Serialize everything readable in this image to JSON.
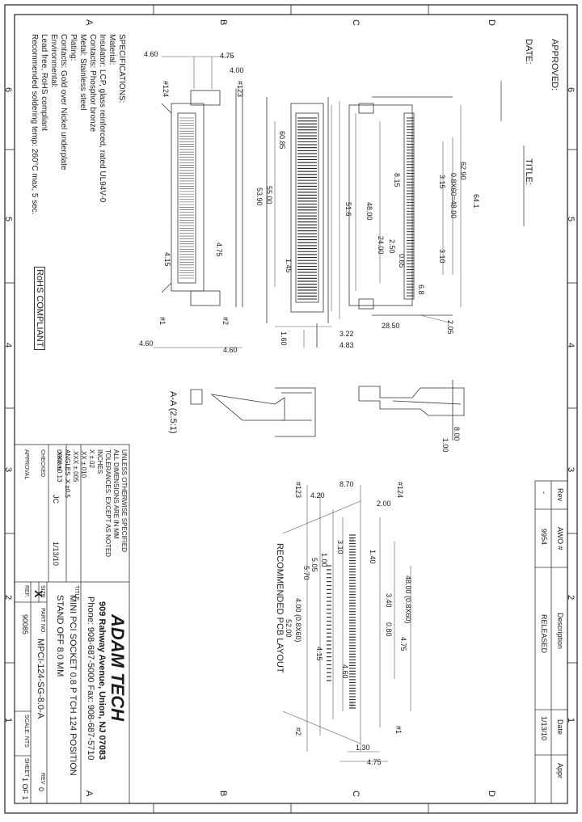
{
  "border": {
    "cols": [
      "A",
      "B",
      "C",
      "D"
    ],
    "rows": [
      "6",
      "5",
      "4",
      "3",
      "2",
      "1"
    ]
  },
  "approval": {
    "approved": "APPROVED:",
    "date": "DATE:",
    "title": "TITLE:"
  },
  "specifications": {
    "heading": "SPECIFICATIONS:",
    "lines": [
      "Material:",
      "Insulator: LCP, glass reinforced, rated UL94V-0",
      "Contacts: Phosphor bronze",
      "Metal: Stainless steel",
      "Plating:",
      "Contacts: Gold over Nickel underplate",
      "Environmental:",
      "Lead free, RoHS compliant",
      "Recommended soldering temp: 260°C max, 5 sec."
    ],
    "rohs": "RoHS COMPLIANT"
  },
  "top_dims": [
    "4.60",
    "4.75",
    "4.00",
    "#124",
    "#123",
    "#2",
    "#1",
    "4.60",
    "4.60",
    "1.60",
    "3.22",
    "4.83",
    "60.85",
    "55.00",
    "53.90",
    "4.75",
    "4.15",
    "1.45",
    "51.6",
    "48.00",
    "24.00",
    "2.50",
    "0.65",
    "62.90",
    "0.8X60=48.00",
    "3.15",
    "64.1",
    "3.10",
    "6.8",
    "28.50",
    "2.05",
    "8.15"
  ],
  "side_view": {
    "label": "A-A (2.5:1)",
    "dims": [
      "8.00",
      "1.00"
    ]
  },
  "layout": {
    "label": "RECOMMENDED PCB LAYOUT",
    "dims": [
      "#124",
      "#123",
      "#2",
      "#1",
      "8.70",
      "4.20",
      "2.00",
      "1.00",
      "5.05",
      "5.70",
      "4.00 (0.8X60)",
      "52.00",
      "3.10",
      "1.40",
      "48.00 (0.8X60)",
      "3.40",
      "4.75",
      "4.15",
      "4.60",
      "0.80",
      "1.30",
      "4.75"
    ]
  },
  "revision": {
    "headers": [
      "Rev",
      "AWO #",
      "Description",
      "Date",
      "Appr"
    ],
    "row": [
      "-",
      "9954",
      "RELEASED",
      "1/13/10",
      ""
    ]
  },
  "tolerances": {
    "lines": [
      "UNLESS OTHERWISE SPECIFIED",
      "ALL DIMENSIONS ARE IN MM",
      "TOLERANCES: EXCEPT AS NOTED",
      "INCHES",
      "X   ±.02",
      ".XX   ±.010",
      ".XXX   ±.005",
      "ANGLES   .X   ±0.5",
      ".XXX   ±0.13"
    ],
    "drawn": "DRAWN",
    "drawn_by": "JC",
    "drawn_date": "1/13/10",
    "checked": "CHECKED",
    "approved": "APPROVAL"
  },
  "company": {
    "name": "ADAM TECH",
    "address": "909 Rahway Avenue, Union, NJ 07083",
    "phone": "Phone: 908-687-5000 Fax: 908-687-5710"
  },
  "title_block": {
    "title_label": "TITLE",
    "title_1": "MINI PCI SOCKET 0.8 P TCH 124 POSITION",
    "title_2": "STAND OFF 8.0 MM",
    "size_label": "SIZE",
    "size": "X",
    "part_label": "PART NO.",
    "part": "MPCI-124-SG-8.0-A",
    "ref_label": "REF.",
    "ref": "90085",
    "scale_label": "SCALE: NTS",
    "sheet_label": "SHEET",
    "sheet": "1 OF 1",
    "rev_label": "REV",
    "rev": "0"
  }
}
